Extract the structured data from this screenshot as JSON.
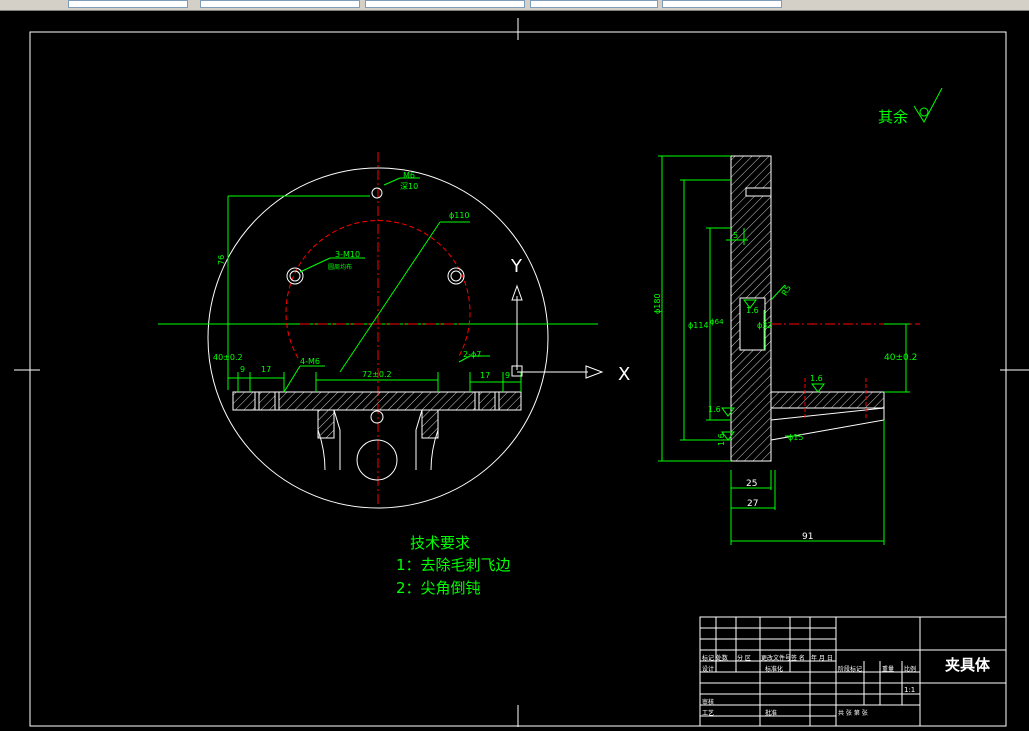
{
  "colors": {
    "background": "#000000",
    "outline": "#ffffff",
    "dimension": "#00ff00",
    "centerline": "#ff0000",
    "hatch": "#ffffff"
  },
  "toolbar": {
    "tabs": [
      "",
      "",
      "",
      "",
      ""
    ]
  },
  "drawing": {
    "roughness_note": "其余",
    "left_view": {
      "dim_m6": "M6",
      "dim_depth": "深10",
      "dim_phi110": "ϕ110",
      "dim_3m10": "3-M10",
      "dim_3m10_note": "圆周均布",
      "dim_76": "76",
      "dim_40": "40±0.2",
      "dim_9": "9",
      "dim_17a": "17",
      "dim_4m6": "4-M6",
      "dim_72": "72±0.2",
      "dim_2phi7": "2-ϕ7",
      "dim_17b": "17",
      "dim_9b": "9"
    },
    "axes": {
      "x_label": "X",
      "y_label": "Y"
    },
    "right_view": {
      "dim_180": "ϕ180",
      "dim_114": "ϕ114",
      "dim_phi64": "ϕ64",
      "dim_5": "5",
      "dim_r5": "R5",
      "dim_16a": "1.6",
      "dim_32": "ϕ32",
      "dim_40": "40±0.2",
      "dim_16b": "1.6",
      "dim_16c": "1.6",
      "dim_16d": "1.6",
      "dim_15": "ϕ15",
      "dim_25": "25",
      "dim_27": "27",
      "dim_91": "91"
    },
    "tech_req": {
      "title": "技术要求",
      "line1": "1：去除毛刺飞边",
      "line2": "2：尖角倒钝"
    },
    "title_block": {
      "part_name": "夹具体",
      "scale": "1:1",
      "row_labels": [
        "标记 处数",
        "分 区",
        "更改文件号",
        "签 名",
        "年 月 日"
      ],
      "design": "设计",
      "standard": "标准化",
      "stage": "阶段标记",
      "weight": "重量",
      "ratio": "比例",
      "check": "审核",
      "process": "工艺",
      "approve": "批准",
      "sheets": "共 张 第 张"
    }
  }
}
